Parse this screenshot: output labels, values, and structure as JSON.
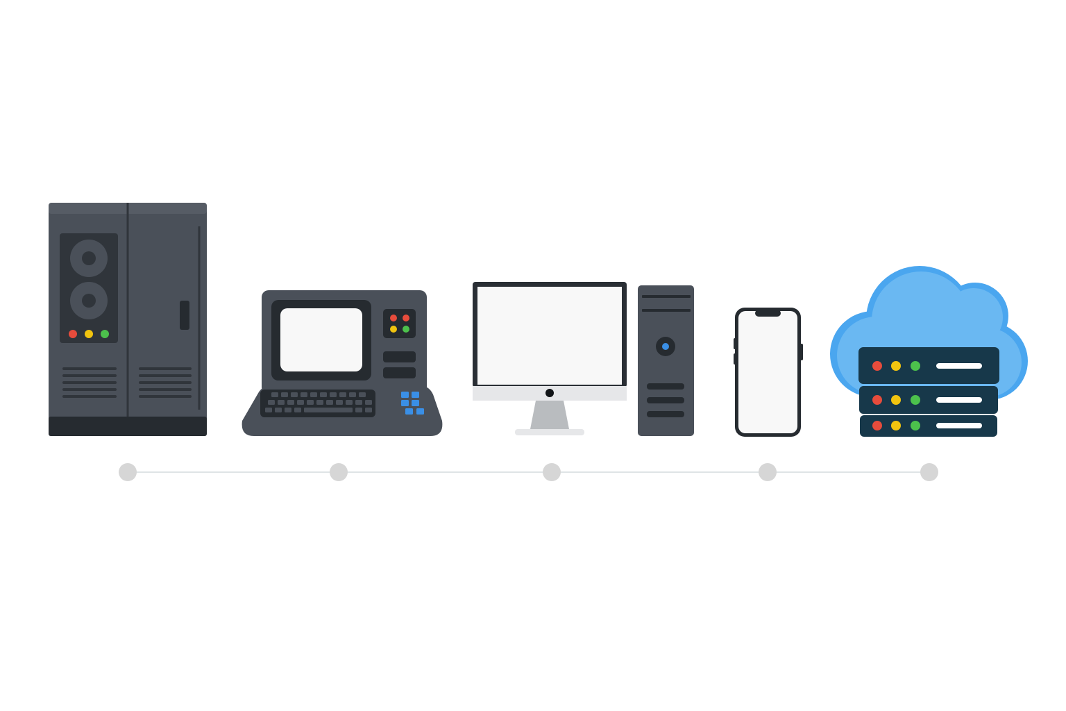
{
  "palette": {
    "device_body": "#4a5059",
    "device_dark": "#262b30",
    "screen": "#f8f8f8",
    "indicator_red": "#e74c3c",
    "indicator_yellow": "#f1c40f",
    "indicator_green": "#4cc14c",
    "accent_blue": "#3a8fe6",
    "cloud_light": "#6ab8f2",
    "cloud_dark": "#4aa6ef",
    "server_unit": "#17384a",
    "monitor_frame": "#2a2f35",
    "monitor_chin": "#e6e7e9",
    "monitor_stand": "#b9bcbf",
    "timeline_dot": "#d6d6d6",
    "timeline_line": "#dfe4e6"
  },
  "stages": [
    {
      "id": "mainframe",
      "icon": "mainframe-computer-icon"
    },
    {
      "id": "terminal",
      "icon": "retro-terminal-computer-icon"
    },
    {
      "id": "desktop",
      "icon": "desktop-pc-icon"
    },
    {
      "id": "smartphone",
      "icon": "smartphone-icon"
    },
    {
      "id": "cloud",
      "icon": "cloud-server-icon"
    }
  ]
}
